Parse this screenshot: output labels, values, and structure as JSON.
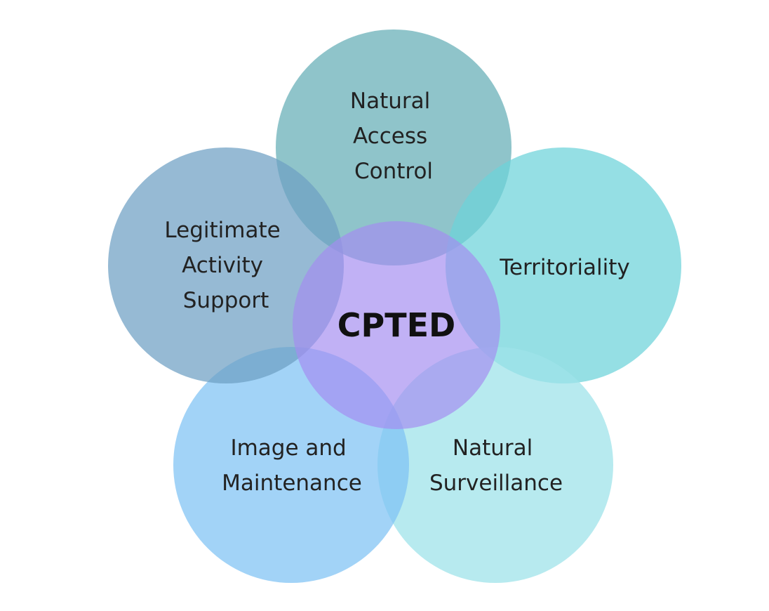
{
  "diagram": {
    "center": {
      "label": "CPTED",
      "color": "#a48cf0"
    },
    "petals": [
      {
        "id": "natural-access-control",
        "lines": [
          "Natural",
          "Access",
          "Control"
        ],
        "color": "#6fb3bb"
      },
      {
        "id": "territoriality",
        "lines": [
          "Territoriality"
        ],
        "color": "#6cd2da"
      },
      {
        "id": "natural-surveillance",
        "lines": [
          "Natural",
          "Surveillance"
        ],
        "color": "#9fe3ea"
      },
      {
        "id": "image-and-maintenance",
        "lines": [
          "Image and",
          "Maintenance"
        ],
        "color": "#7ec2f4"
      },
      {
        "id": "legitimate-activity-support",
        "lines": [
          "Legitimate",
          "Activity",
          "Support"
        ],
        "color": "#6e9fc4"
      }
    ]
  }
}
